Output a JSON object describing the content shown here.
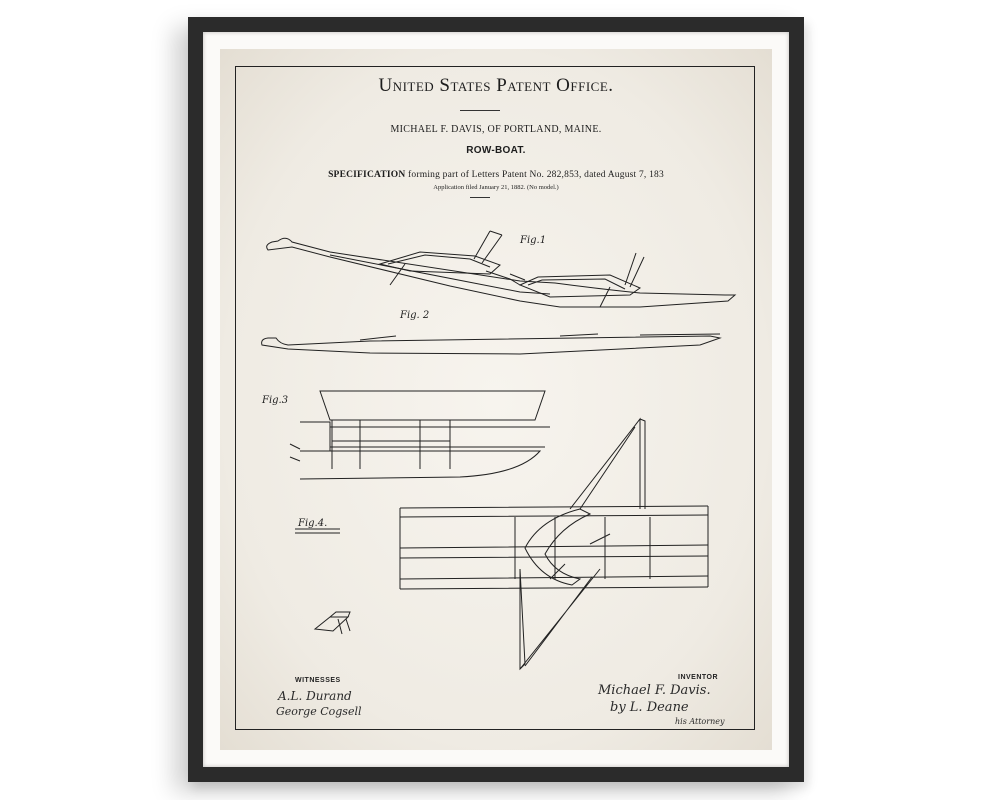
{
  "document": {
    "title": "United States Patent Office.",
    "inventor_line": "MICHAEL F. DAVIS, OF PORTLAND, MAINE.",
    "subject": "ROW-BOAT.",
    "specification_label": "SPECIFICATION",
    "specification_text": "forming part of Letters Patent No. 282,853, dated August 7, 183",
    "application_text": "Application filed January 21, 1882.   (No model.)"
  },
  "figures": {
    "fig1_label": "Fig.1",
    "fig2_label": "Fig. 2",
    "fig3_label": "Fig.3",
    "fig4_label": "Fig.4."
  },
  "signatures": {
    "witnesses_label": "WITNESSES",
    "witness1": "A.L. Durand",
    "witness2": "George Cogsell",
    "inventor_label": "INVENTOR",
    "inventor_signature": "Michael F. Davis.",
    "attorney_signature": "by L. Deane",
    "attorney_label": "his  Attorney"
  },
  "colors": {
    "frame": "#2b2b2b",
    "ink": "#1d1d1d",
    "paper": "#f2eee7"
  }
}
